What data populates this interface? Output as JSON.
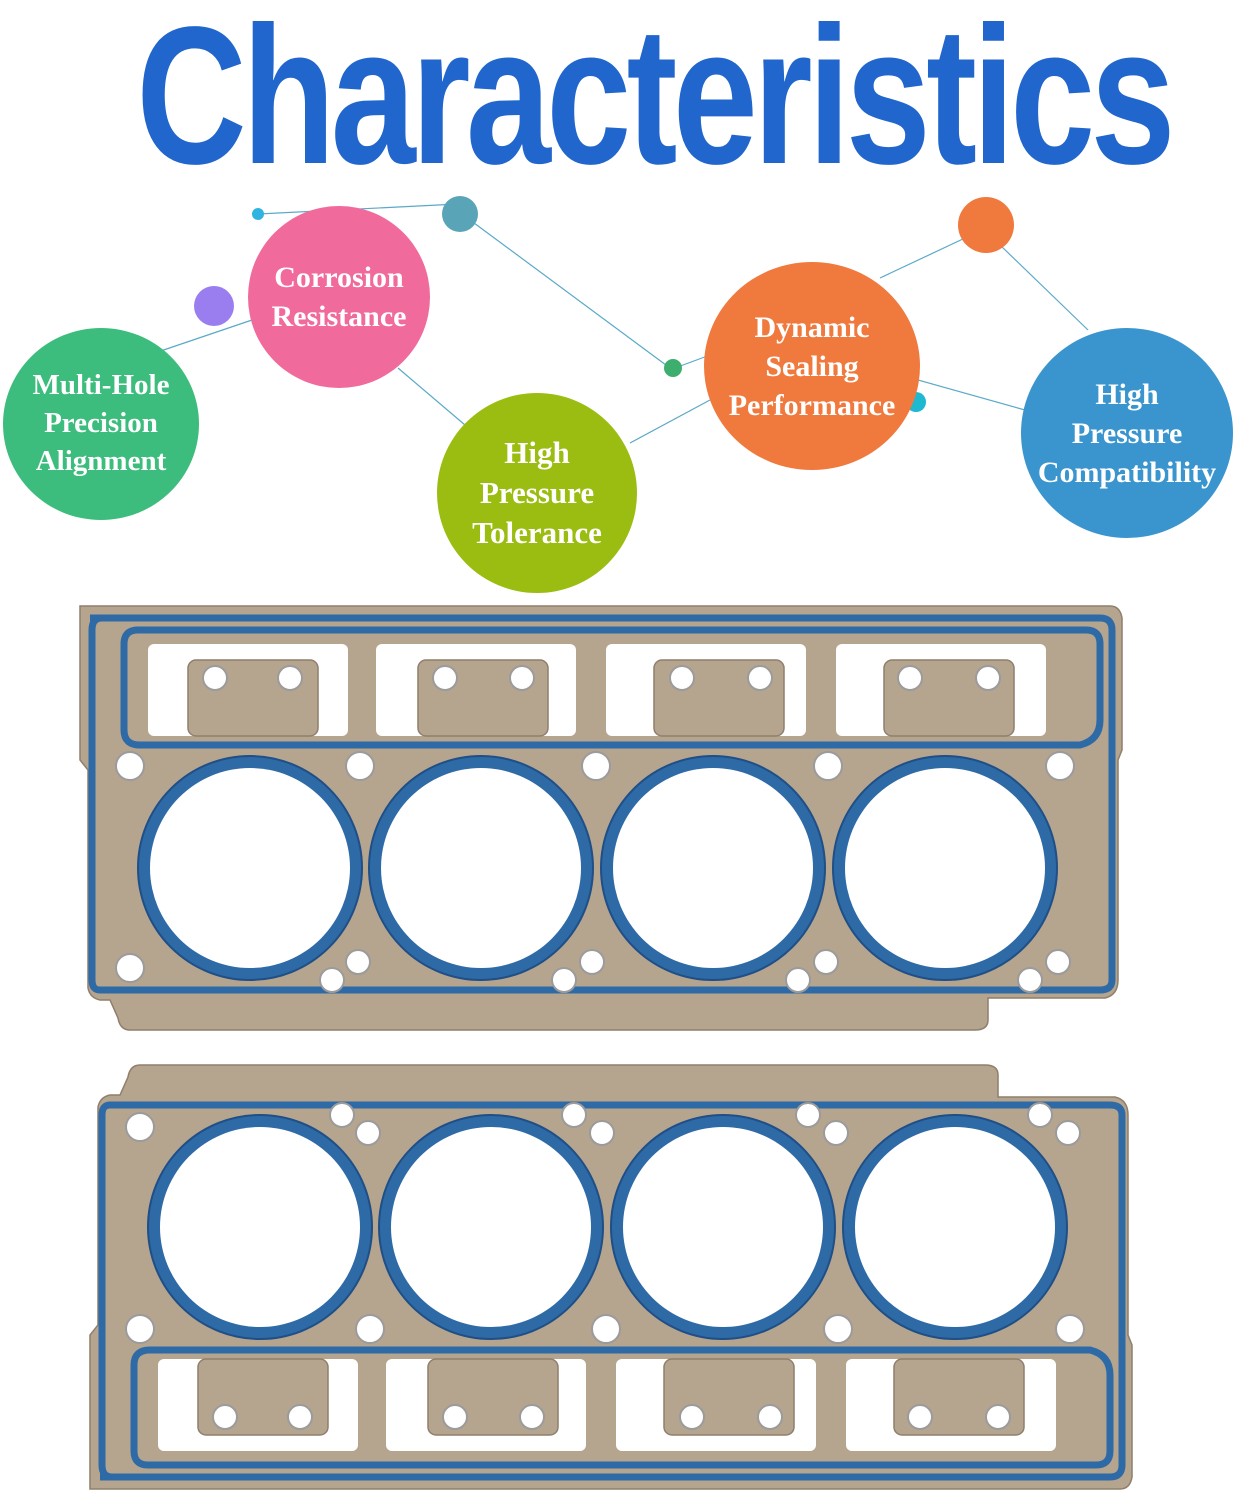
{
  "title": {
    "text": "Characteristics",
    "color": "#2166cc"
  },
  "colors": {
    "connector_line": "#5aa9c9",
    "gasket_metal": "#b5a48e",
    "gasket_metal_dark": "#8f7f6c",
    "gasket_seal": "#2e6aa6",
    "gasket_seal_dark": "#1f4f86"
  },
  "features": [
    {
      "label": "Multi-Hole\nPrecision\nAlignment",
      "color": "#3dbd7d"
    },
    {
      "label": "Corrosion\nResistance",
      "color": "#f06a9c"
    },
    {
      "label": "High\nPressure\nTolerance",
      "color": "#9bbd12"
    },
    {
      "label": "Dynamic\nSealing\nPerformance",
      "color": "#f07a3e"
    },
    {
      "label": "High\nPressure\nCompatibility",
      "color": "#3a95cf"
    }
  ],
  "decor_dots": [
    {
      "name": "cyan-dot",
      "color": "#2fb3e0"
    },
    {
      "name": "teal-dot",
      "color": "#5aa4b8"
    },
    {
      "name": "purple-dot",
      "color": "#9a7ef0"
    },
    {
      "name": "green-dot",
      "color": "#3dae6e"
    },
    {
      "name": "orange-dot",
      "color": "#f07a3e"
    },
    {
      "name": "aqua-dot",
      "color": "#1eb8d0"
    }
  ],
  "product": {
    "name": "cylinder-head-gasket-pair",
    "cylinder_bores_per_gasket": 4,
    "gasket_count": 2
  }
}
